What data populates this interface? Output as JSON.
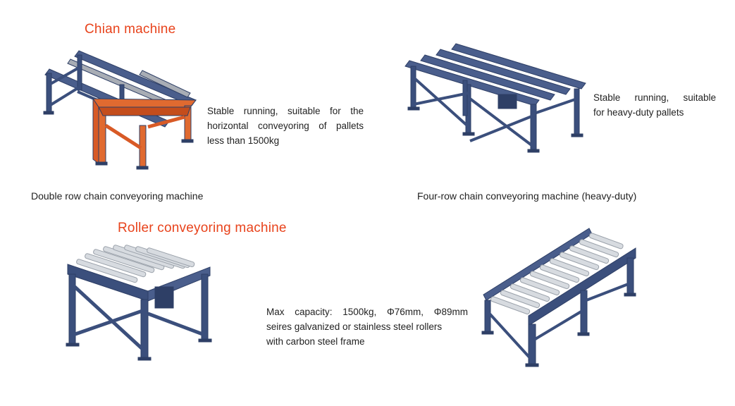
{
  "sections": {
    "chain": {
      "heading": "Chian machine",
      "machines": [
        {
          "caption": "Double row chain conveyoring machine",
          "description_lines": [
            "Stable running, suitable for the",
            "horizontal conveyoring of pallets",
            "less than 1500kg"
          ]
        },
        {
          "caption": "Four-row chain conveyoring machine (heavy-duty)",
          "description_lines": [
            "Stable running, suitable",
            "for heavy-duty pallets"
          ]
        }
      ]
    },
    "roller": {
      "heading": "Roller conveyoring machine",
      "description_lines": [
        "Max capacity: 1500kg, Φ76mm, Φ89mm",
        "seires galvanized or stainless steel rollers",
        "with carbon steel frame"
      ]
    }
  },
  "colors": {
    "heading": "#e8431c",
    "frame_blue": "#3b4f7c",
    "frame_orange": "#d85a26",
    "roller_silver": "#d7dbe0"
  },
  "icons": {
    "double_chain_machine": "double-row-chain-conveyor-illustration",
    "four_chain_machine": "four-row-chain-conveyor-illustration",
    "roller_machine_short": "short-roller-conveyor-illustration",
    "roller_machine_long": "long-roller-conveyor-illustration"
  }
}
